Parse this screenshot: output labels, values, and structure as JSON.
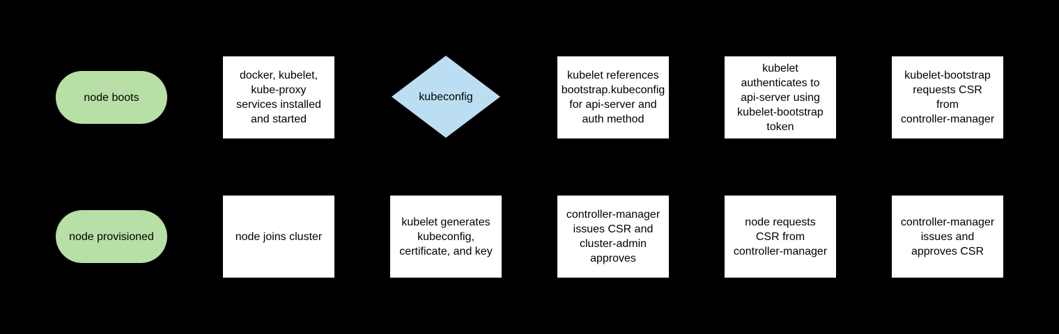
{
  "diagram": {
    "title": "kubernetes node bootstrap flowchart",
    "background": "#000000",
    "rows": 2,
    "columns": 6
  },
  "colors": {
    "terminator_fill": "#b7dfa6",
    "process_fill": "#ffffff",
    "decision_fill": "#bcdef2",
    "text": "#000000",
    "background": "#000000"
  },
  "nodes": [
    {
      "type": "terminator",
      "row": 1,
      "col": 1,
      "label": "node boots"
    },
    {
      "type": "process",
      "row": 1,
      "col": 2,
      "label": "docker, kubelet,\nkube-proxy\nservices installed\nand started"
    },
    {
      "type": "decision",
      "row": 1,
      "col": 3,
      "label": "kubeconfig"
    },
    {
      "type": "process",
      "row": 1,
      "col": 4,
      "label": "kubelet references\nbootstrap.kubeconfig\nfor api-server and\nauth method"
    },
    {
      "type": "process",
      "row": 1,
      "col": 5,
      "label": "kubelet\nauthenticates to\napi-server using\nkubelet-bootstrap\ntoken"
    },
    {
      "type": "process",
      "row": 1,
      "col": 6,
      "label": "kubelet-bootstrap\nrequests CSR\nfrom\ncontroller-manager"
    },
    {
      "type": "terminator",
      "row": 2,
      "col": 1,
      "label": "node provisioned"
    },
    {
      "type": "process",
      "row": 2,
      "col": 2,
      "label": "node joins cluster"
    },
    {
      "type": "process",
      "row": 2,
      "col": 3,
      "label": "kubelet generates\nkubeconfig,\ncertificate, and key"
    },
    {
      "type": "process",
      "row": 2,
      "col": 4,
      "label": "controller-manager\nissues CSR and\ncluster-admin\napproves"
    },
    {
      "type": "process",
      "row": 2,
      "col": 5,
      "label": "node requests\nCSR from\ncontroller-manager"
    },
    {
      "type": "process",
      "row": 2,
      "col": 6,
      "label": "controller-manager\nissues and\napproves CSR"
    }
  ]
}
